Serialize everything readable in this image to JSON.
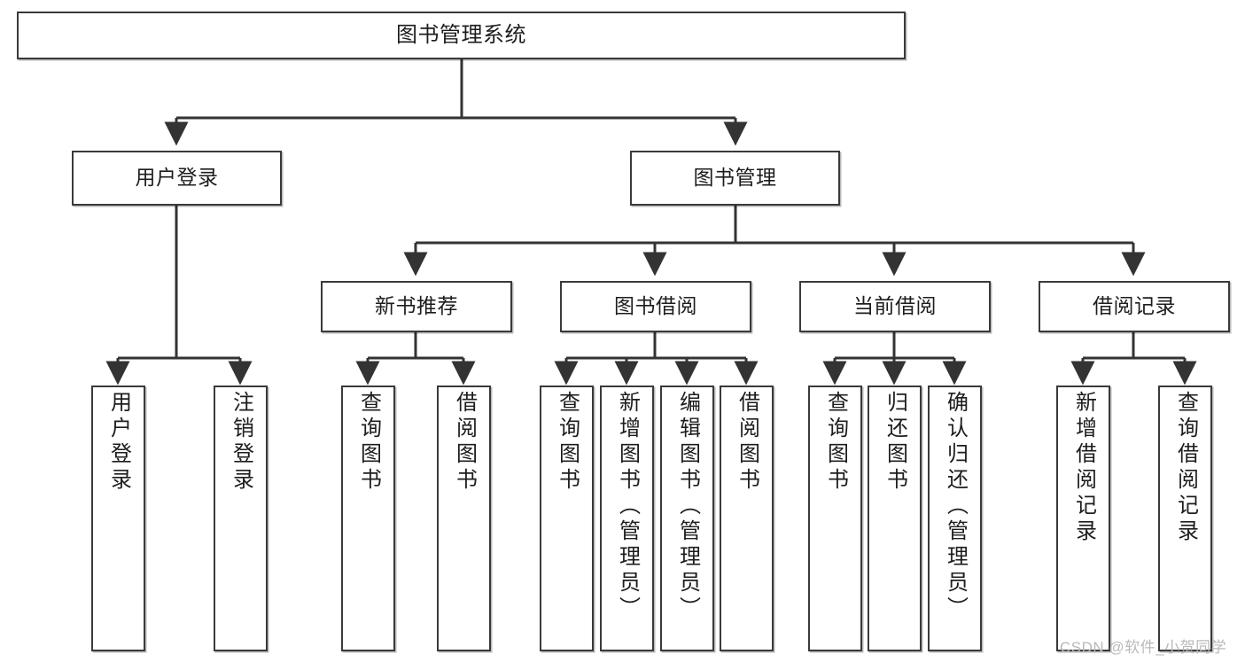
{
  "diagram": {
    "title": "图书管理系统",
    "type": "tree-hierarchy-diagram",
    "colors": {
      "box_border": "#3a3a3a",
      "box_fill": "#ffffff",
      "line": "#333333",
      "text": "#1d1d1d",
      "watermark": "#b9b9b9",
      "background": "#ffffff"
    }
  },
  "nodes": {
    "root": {
      "label": "图书管理系统"
    },
    "level2": [
      {
        "label": "用户登录"
      },
      {
        "label": "图书管理"
      }
    ],
    "level3": [
      {
        "label": "新书推荐"
      },
      {
        "label": "图书借阅"
      },
      {
        "label": "当前借阅"
      },
      {
        "label": "借阅记录"
      }
    ],
    "leaves": {
      "user_login": [
        {
          "label": "用户登录"
        },
        {
          "label": "注销登录"
        }
      ],
      "new_book_recommend": [
        {
          "label": "查询图书"
        },
        {
          "label": "借阅图书"
        }
      ],
      "book_borrow": [
        {
          "label": "查询图书"
        },
        {
          "label": "新增图书（管理员）"
        },
        {
          "label": "编辑图书（管理员）"
        },
        {
          "label": "借阅图书"
        }
      ],
      "current_borrow": [
        {
          "label": "查询图书"
        },
        {
          "label": "归还图书"
        },
        {
          "label": "确认归还（管理员）"
        }
      ],
      "borrow_record": [
        {
          "label": "新增借阅记录"
        },
        {
          "label": "查询借阅记录"
        }
      ]
    }
  },
  "watermark": {
    "text": "CSDN @软件_小贺同学"
  },
  "chart_data": {
    "type": "table",
    "title": "图书管理系统",
    "edges": [
      {
        "from": "图书管理系统",
        "to": "用户登录"
      },
      {
        "from": "图书管理系统",
        "to": "图书管理"
      },
      {
        "from": "用户登录",
        "to": "用户登录"
      },
      {
        "from": "用户登录",
        "to": "注销登录"
      },
      {
        "from": "图书管理",
        "to": "新书推荐"
      },
      {
        "from": "图书管理",
        "to": "图书借阅"
      },
      {
        "from": "图书管理",
        "to": "当前借阅"
      },
      {
        "from": "图书管理",
        "to": "借阅记录"
      },
      {
        "from": "新书推荐",
        "to": "查询图书"
      },
      {
        "from": "新书推荐",
        "to": "借阅图书"
      },
      {
        "from": "图书借阅",
        "to": "查询图书"
      },
      {
        "from": "图书借阅",
        "to": "新增图书（管理员）"
      },
      {
        "from": "图书借阅",
        "to": "编辑图书（管理员）"
      },
      {
        "from": "图书借阅",
        "to": "借阅图书"
      },
      {
        "from": "当前借阅",
        "to": "查询图书"
      },
      {
        "from": "当前借阅",
        "to": "归还图书"
      },
      {
        "from": "当前借阅",
        "to": "确认归还（管理员）"
      },
      {
        "from": "借阅记录",
        "to": "新增借阅记录"
      },
      {
        "from": "借阅记录",
        "to": "查询借阅记录"
      }
    ]
  }
}
